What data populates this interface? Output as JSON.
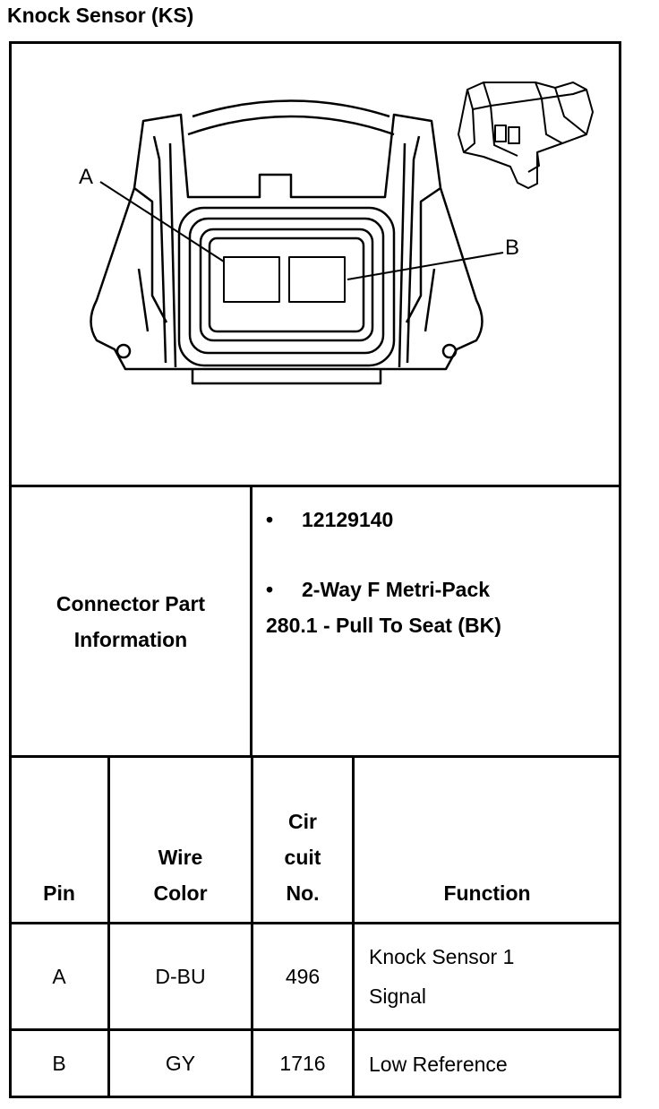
{
  "title": "Knock Sensor (KS)",
  "diagram": {
    "pin_a_label": "A",
    "pin_b_label": "B"
  },
  "connector": {
    "label_line1": "Connector Part",
    "label_line2": "Information",
    "part_number": "12129140",
    "description_line1": "2-Way F Metri-Pack",
    "description_line2": "280.1 - Pull To Seat (BK)",
    "bullet": "•"
  },
  "table": {
    "headers": {
      "pin": "Pin",
      "wire_color_line1": "Wire",
      "wire_color_line2": "Color",
      "circuit_line1": "Cir",
      "circuit_line2": "cuit",
      "circuit_line3": "No.",
      "function": "Function"
    },
    "rows": [
      {
        "pin": "A",
        "wire_color": "D-BU",
        "circuit": "496",
        "function_line1": "Knock Sensor 1",
        "function_line2": "Signal"
      },
      {
        "pin": "B",
        "wire_color": "GY",
        "circuit": "1716",
        "function_line1": "Low Reference",
        "function_line2": ""
      }
    ]
  }
}
